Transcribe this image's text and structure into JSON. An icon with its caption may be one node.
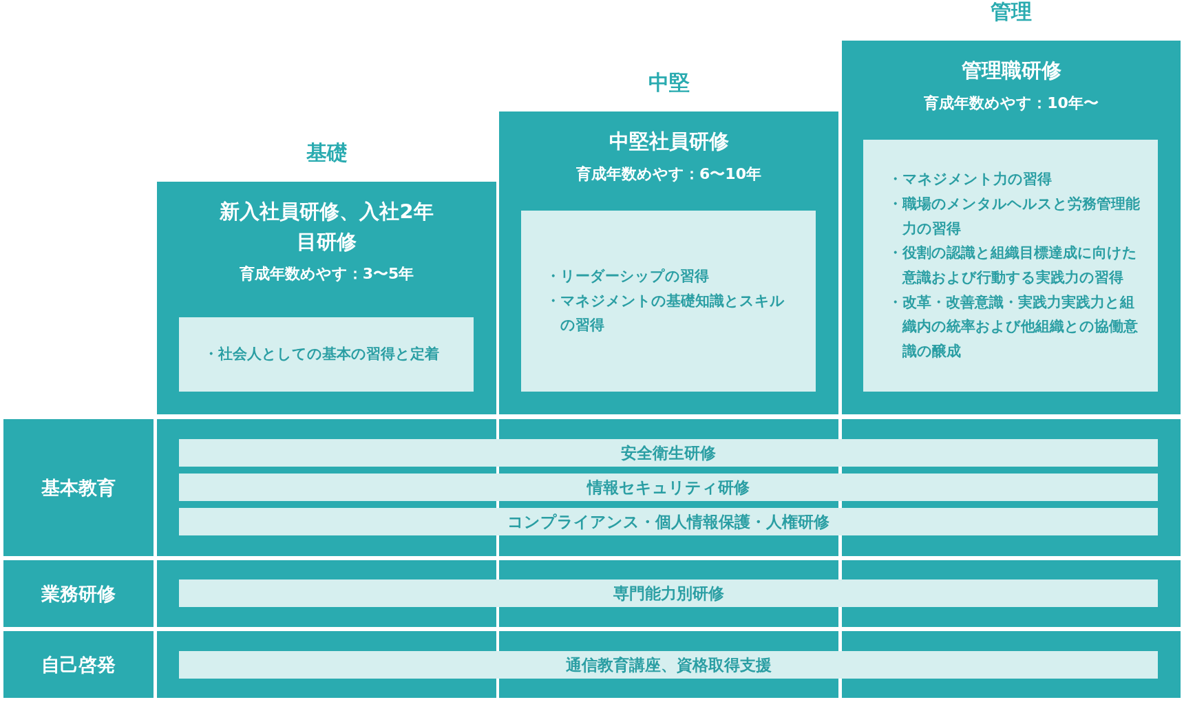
{
  "diagram": {
    "nodes": [
      {
        "text": [
          "基礎",
          "新入社員研修、入社2年目研修",
          "育成年数めやす：3〜5年"
        ]
      },
      {
        "text": [
          "・社会人としての基本の習得と定着"
        ],
        "in": 0
      },
      {
        "text": [
          "中堅",
          "中堅社員研修",
          "育成年数めやす：6〜10年"
        ]
      },
      {
        "text": [
          "・リーダーシップの習得",
          "・マネジメントの基礎知識とスキルの習得"
        ],
        "in": 2
      },
      {
        "text": [
          "管理",
          "管理職研修",
          "育成年数めやす：10年〜"
        ]
      },
      {
        "text": [
          "・マネジメント力の習得",
          "・職場のメンタルヘルスと労務管理能力の習得",
          "・役割の認識と組織目標達成に向けた意識および行動する実践力の習得",
          "・改革・改善意識・実践力実践力と組織内の統率および他組織との協働意識の醸成"
        ],
        "in": 4
      },
      {
        "text": [
          "基本教育"
        ]
      },
      {
        "text": [
          "安全衛生研修"
        ]
      },
      {
        "text": [
          "情報セキュリティ研修"
        ]
      },
      {
        "text": [
          "コンプライアンス・個人情報保護・人権研修"
        ]
      },
      {
        "text": [
          "業務研修"
        ]
      },
      {
        "text": [
          "専門能力別研修"
        ]
      },
      {
        "text": [
          "自己啓発"
        ]
      },
      {
        "text": [
          "通信教育講座、資格取得支援"
        ]
      }
    ]
  }
}
